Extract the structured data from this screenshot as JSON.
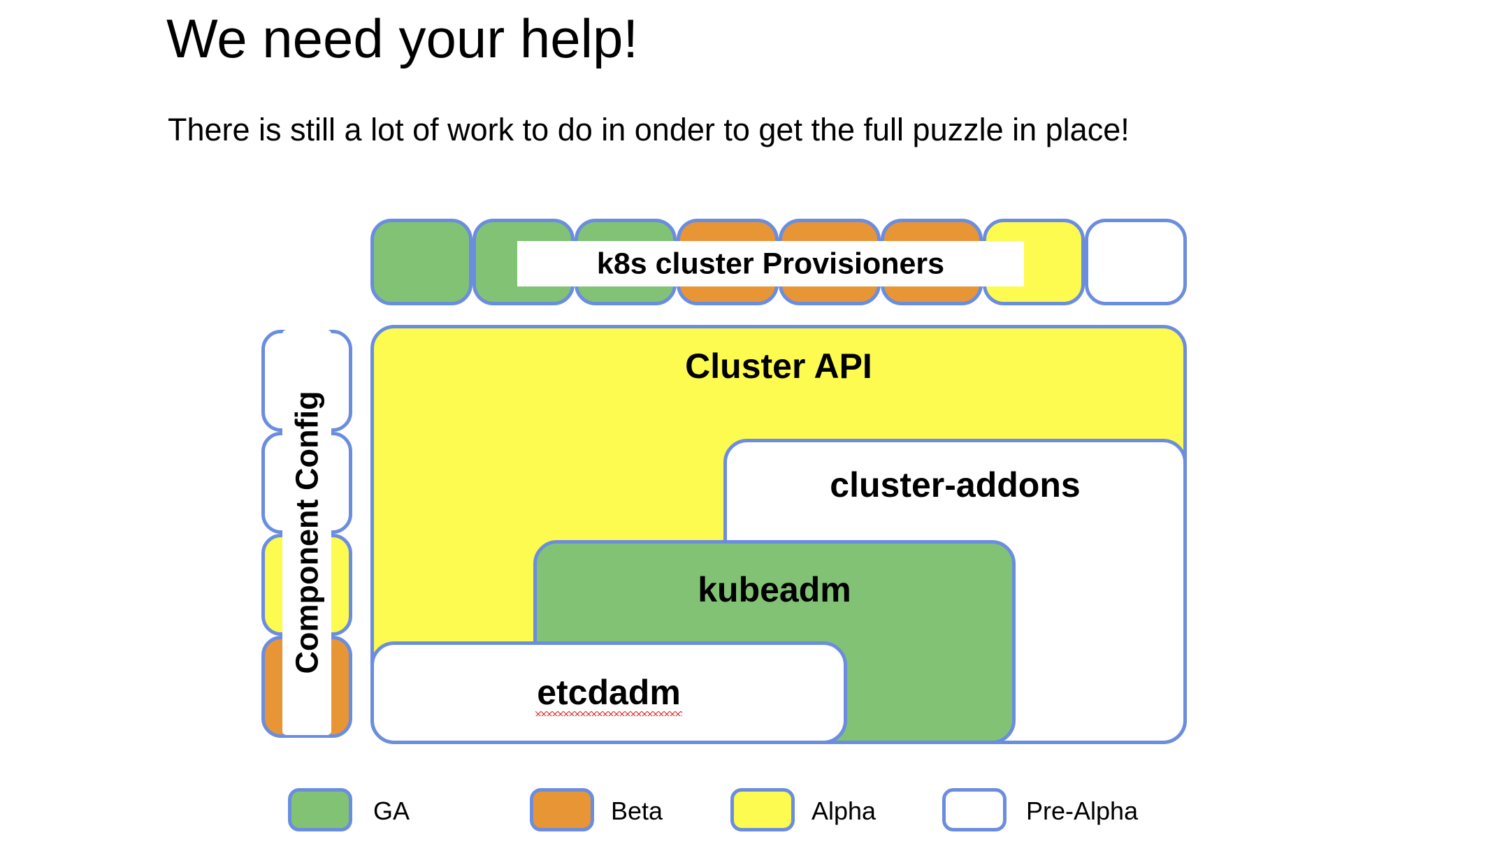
{
  "slide": {
    "title": "We need your help!",
    "subtitle": "There is still a lot of work to do in onder to get the full puzzle in place!"
  },
  "colors": {
    "ga_green": "#82c274",
    "beta_orange": "#e89536",
    "alpha_yellow": "#fdfb4f",
    "pre_alpha_white": "#ffffff",
    "edge_blue": "#6b8ddf",
    "text_black": "#000000",
    "spellcheck_red": "#e02020"
  },
  "diagram": {
    "provisioners_banner": "k8s cluster Provisioners",
    "provisioner_boxes": [
      {
        "status": "GA",
        "fill": "#82c274"
      },
      {
        "status": "GA",
        "fill": "#82c274"
      },
      {
        "status": "GA",
        "fill": "#82c274"
      },
      {
        "status": "Beta",
        "fill": "#e89536"
      },
      {
        "status": "Beta",
        "fill": "#e89536"
      },
      {
        "status": "Beta",
        "fill": "#e89536"
      },
      {
        "status": "Alpha",
        "fill": "#fdfb4f"
      },
      {
        "status": "Pre-Alpha",
        "fill": "#ffffff"
      }
    ],
    "component_config": {
      "label": "Component Config",
      "boxes": [
        {
          "status": "Pre-Alpha",
          "fill": "#ffffff"
        },
        {
          "status": "Pre-Alpha",
          "fill": "#ffffff"
        },
        {
          "status": "Alpha",
          "fill": "#fdfb4f"
        },
        {
          "status": "Beta",
          "fill": "#e89536"
        }
      ]
    },
    "nodes": [
      {
        "label": "Cluster API",
        "status": "Alpha",
        "fill": "#fdfb4f",
        "misspelled": false
      },
      {
        "label": "cluster-addons",
        "status": "Pre-Alpha",
        "fill": "#ffffff",
        "misspelled": false
      },
      {
        "label": "kubeadm",
        "status": "GA",
        "fill": "#82c274",
        "misspelled": false
      },
      {
        "label": "etcdadm",
        "status": "Pre-Alpha",
        "fill": "#ffffff",
        "misspelled": true
      }
    ]
  },
  "legend": {
    "items": [
      {
        "label": "GA",
        "fill": "#82c274"
      },
      {
        "label": "Beta",
        "fill": "#e89536"
      },
      {
        "label": "Alpha",
        "fill": "#fdfb4f"
      },
      {
        "label": "Pre-Alpha",
        "fill": "#ffffff"
      }
    ]
  }
}
